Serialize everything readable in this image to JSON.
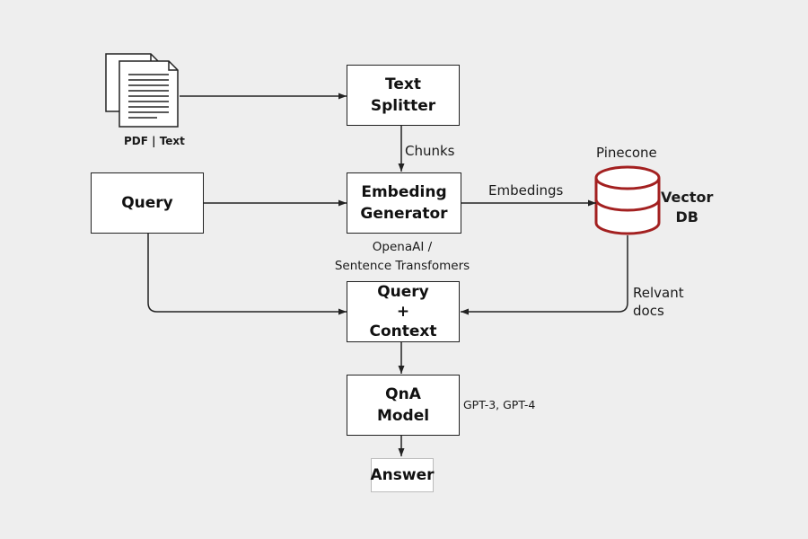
{
  "nodes": {
    "text_splitter": "Text\nSplitter",
    "query": "Query",
    "embedding_generator": "Embeding\nGenerator",
    "query_context": "Query\n+\nContext",
    "qna_model": "QnA\nModel",
    "answer": "Answer"
  },
  "labels": {
    "documents": "PDF | Text",
    "chunks": "Chunks",
    "embedings": "Embedings",
    "pinecone": "Pinecone",
    "vector_db": "Vector\nDB",
    "embedding_providers": "OpenaAI /\nSentence Transfomers",
    "relevant_docs": "Relvant\ndocs",
    "qna_models": "GPT-3, GPT-4"
  },
  "colors": {
    "background": "#eeeeee",
    "database": "#a32020",
    "stroke": "#222222"
  },
  "icons": {
    "documents": "documents-icon",
    "database": "database-icon"
  }
}
